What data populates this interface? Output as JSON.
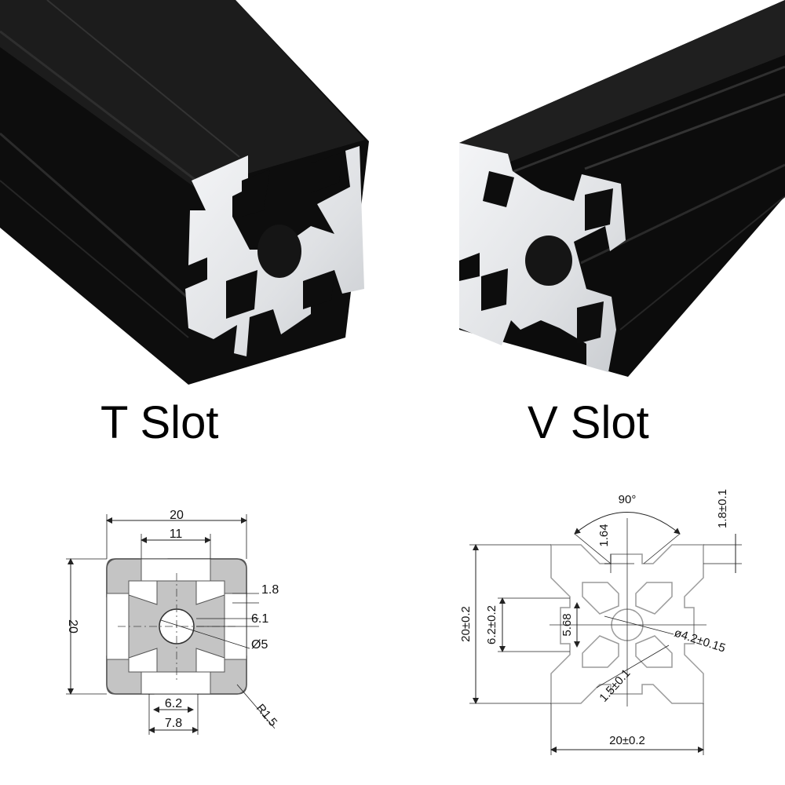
{
  "colors": {
    "profile_black": "#0c0c0c",
    "aluminum_face": "#e4e6e9",
    "drawing_fill_tslot": "#c4c4c4",
    "drawing_line": "#222222",
    "vslot_outline": "#9a9a9a"
  },
  "t_slot": {
    "title": "T Slot",
    "dimensions": {
      "width": "20",
      "slot_opening": "11",
      "height": "20",
      "wall_thickness": "1.8",
      "slot_width": "6.1",
      "bore": "Ø5",
      "slot_bottom": "6.2",
      "slot_top": "7.8",
      "corner_radius": "R1.5"
    }
  },
  "v_slot": {
    "title": "V Slot",
    "dimensions": {
      "angle": "90°",
      "groove_depth": "1.64",
      "lip": "1.8±0.1",
      "height": "20±0.2",
      "slot_height": "6.2±0.2",
      "inner": "5.68",
      "bore": "ø4.2±0.15",
      "web": "1.5±0.1",
      "width": "20±0.2"
    }
  }
}
